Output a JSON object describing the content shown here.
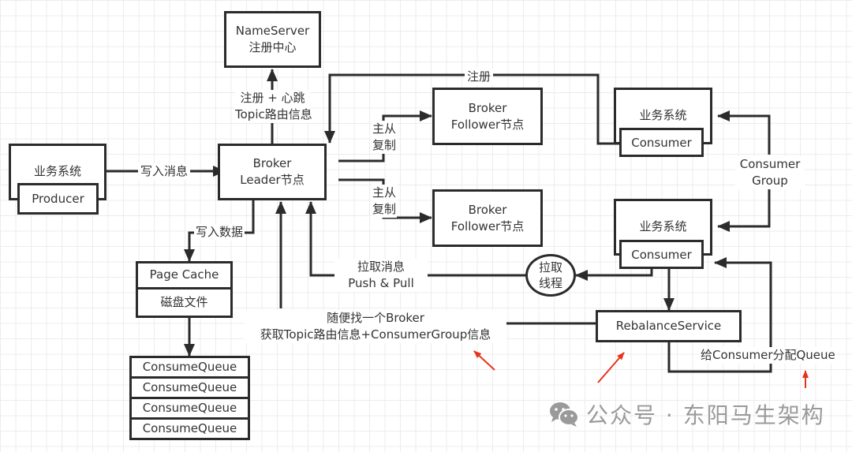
{
  "nodes": {
    "nameserver": {
      "line1": "NameServer",
      "line2": "注册中心"
    },
    "producer_system": {
      "title": "业务系统",
      "inner": "Producer"
    },
    "broker_leader": {
      "line1": "Broker",
      "line2": "Leader节点"
    },
    "broker_follower_1": {
      "line1": "Broker",
      "line2": "Follower节点"
    },
    "broker_follower_2": {
      "line1": "Broker",
      "line2": "Follower节点"
    },
    "consumer_system_1": {
      "title": "业务系统",
      "inner": "Consumer"
    },
    "consumer_system_2": {
      "title": "业务系统",
      "inner": "Consumer"
    },
    "page_cache": {
      "top": "Page Cache",
      "bottom": "磁盘文件"
    },
    "consume_queues": [
      "ConsumeQueue",
      "ConsumeQueue",
      "ConsumeQueue",
      "ConsumeQueue"
    ],
    "pull_thread": {
      "line1": "拉取",
      "line2": "线程"
    },
    "rebalance_service": {
      "label": "RebalanceService"
    }
  },
  "edges": {
    "register_heartbeat": {
      "line1": "注册 + 心跳",
      "line2": "Topic路由信息"
    },
    "register": {
      "label": "注册"
    },
    "write_message": {
      "label": "写入消息"
    },
    "write_data": {
      "label": "写入数据"
    },
    "replication_1": {
      "line1": "主从",
      "line2": "复制"
    },
    "replication_2": {
      "line1": "主从",
      "line2": "复制"
    },
    "pull_message": {
      "line1": "拉取消息",
      "line2": "Push & Pull"
    },
    "consumer_group": {
      "line1": "Consumer",
      "line2": "Group"
    },
    "find_broker": {
      "line1": "随便找一个Broker",
      "line2": "获取Topic路由信息+ConsumerGroup信息"
    },
    "assign_queue": {
      "label": "给Consumer分配Queue"
    }
  },
  "watermark": {
    "text": "公众号 · 东阳马生架构",
    "icon": "wechat-icon"
  },
  "colors": {
    "line": "#2b2b2b",
    "annotation": "#e8321e",
    "grid": "#ececec",
    "watermark": "#9a9a9a"
  }
}
